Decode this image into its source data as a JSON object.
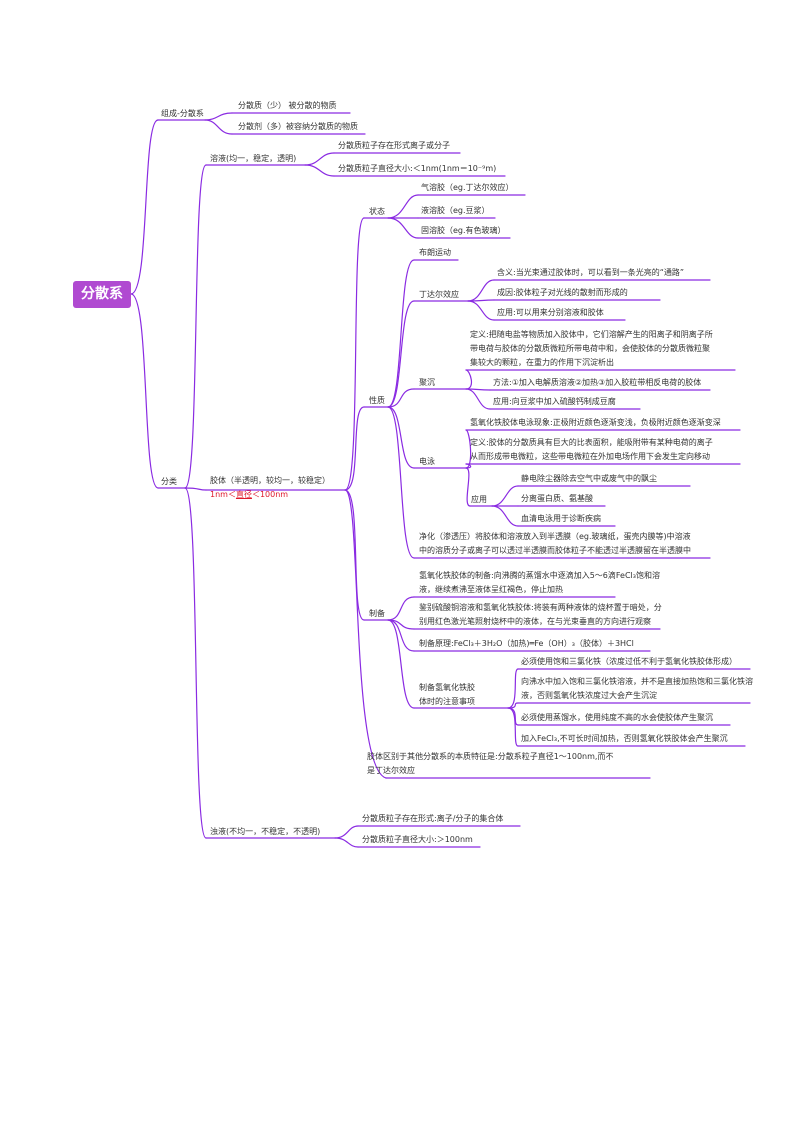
{
  "colors": {
    "branch": "#8a2be2",
    "root_bg": "#b04ad1",
    "highlight": "#e0182a"
  },
  "root": "分散系",
  "zucheng": {
    "label": "组成-分散系",
    "items": [
      "分散质（少）  被分散的物质",
      "分散剂（多）被容纳分散质的物质"
    ]
  },
  "fenlei": {
    "label": "分类",
    "rongye": {
      "label": "溶液(均一，稳定，透明)",
      "items": [
        "分散质粒子存在形式离子或分子",
        "分散质粒子直径大小:＜1nm(1nm＝10⁻⁹m)"
      ]
    },
    "jiaoti": {
      "label": "胶体（半透明，较均一，较稳定）",
      "size_prefix": "1nm＜",
      "size_word": "直径",
      "size_suffix": "＜100nm",
      "zhuangtai": {
        "label": "状态",
        "items": [
          "气溶胶（eg.丁达尔效应）",
          "液溶胶（eg.豆浆）",
          "固溶胶（eg.有色玻璃）"
        ]
      },
      "xingzhi": {
        "label": "性质",
        "bulang": "布朗运动",
        "dingda": {
          "label": "丁达尔效应",
          "items": [
            "含义:当光束通过胶体时，可以看到一条光亮的“通路”",
            "成因:胶体粒子对光线的散射而形成的",
            "应用:可以用来分别溶液和胶体"
          ]
        },
        "jushen": {
          "label": "聚沉",
          "def1": "定义:把随电盐等物质加入胶体中，它们溶解产生的阳离子和阴离子所",
          "def2": "带电荷与胶体的分散质微粒所带电荷中和，会使胶体的分散质微粒聚",
          "def3": "集较大的颗粒，在重力的作用下沉淀析出",
          "method": "方法:①加入电解质溶液②加热③加入胶粒带相反电荷的胶体",
          "app": "应用:向豆浆中加入硫酸钙制成豆腐"
        },
        "diany": {
          "label": "电泳",
          "phen": "氢氧化铁胶体电泳现象:正极附近颜色逐渐变浅，负极附近颜色逐渐变深",
          "def1": "定义:胶体的分散质具有巨大的比表面积，能吸附带有某种电荷的离子",
          "def2": "从而形成带电微粒，这些带电微粒在外加电场作用下会发生定向移动",
          "app_label": "应用",
          "apps": [
            "静电除尘器除去空气中或废气中的飘尘",
            "分离蛋白质、氨基酸",
            "血清电泳用于诊断疾病"
          ]
        },
        "jinghua1": "净化（渗透压）将胶体和溶液放入到半透膜（eg.玻璃纸，蛋壳内膜等)中溶液",
        "jinghua2": "中的溶质分子或离子可以透过半透膜而胶体粒子不能透过半透膜留在半透膜中"
      },
      "zhibei": {
        "label": "制备",
        "p1a": "氢氧化铁胶体的制备:向沸腾的蒸馏水中逐滴加入5～6滴FeCl₃饱和溶",
        "p1b": "液，继续煮沸至液体呈红褐色，停止加热",
        "p2a": "鉴别硫酸铜溶液和氢氧化铁胶体:将装有两种液体的烧杯置于暗处，分",
        "p2b": "别用红色激光笔照射烧杯中的液体，在与光束垂直的方向进行观察",
        "yuanli": "制备原理:FeCl₃＋3H₂O（加热)═Fe（OH）₃（胶体）＋3HCl",
        "zhuyi_label1": "制备氢氧化铁胶",
        "zhuyi_label2": "体时的注意事项",
        "zhuyi": {
          "i1": "必须使用饱和三氯化铁（浓度过低不利于氢氧化铁胶体形成）",
          "i2a": "向沸水中加入饱和三氯化铁溶液，并不是直接加热饱和三氯化铁溶",
          "i2b": "液，否则氢氧化铁浓度过大会产生沉淀",
          "i3": "必须使用蒸馏水，使用纯度不高的水会使胶体产生聚沉",
          "i4": "加入FeCl₃,不可长时间加热，否则氢氧化铁胶体会产生聚沉"
        }
      },
      "benzhi1": "胶体区别于其他分散系的本质特征是:分散系粒子直径1～100nm,而不",
      "benzhi2": "是丁达尔效应"
    },
    "zhuoye": {
      "label": "浊液(不均一，不稳定，不透明)",
      "items": [
        "分散质粒子存在形式:离子/分子的集合体",
        "分散质粒子直径大小:＞100nm"
      ]
    }
  }
}
